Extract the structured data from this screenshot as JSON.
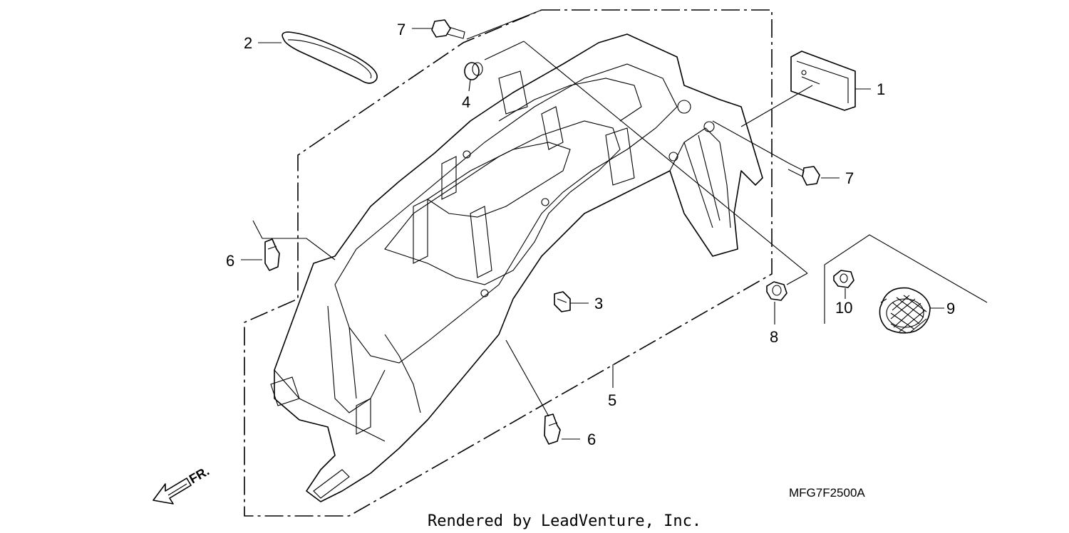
{
  "diagram": {
    "drawing_code": "MFG7F2500A",
    "credit": "Rendered by LeadVenture, Inc.",
    "direction_label": "FR.",
    "callouts": [
      {
        "id": "c1",
        "label": "1"
      },
      {
        "id": "c2",
        "label": "2"
      },
      {
        "id": "c3",
        "label": "3"
      },
      {
        "id": "c4",
        "label": "4"
      },
      {
        "id": "c5",
        "label": "5"
      },
      {
        "id": "c6a",
        "label": "6"
      },
      {
        "id": "c6b",
        "label": "6"
      },
      {
        "id": "c7a",
        "label": "7"
      },
      {
        "id": "c7b",
        "label": "7"
      },
      {
        "id": "c8",
        "label": "8"
      },
      {
        "id": "c9",
        "label": "9"
      },
      {
        "id": "c10",
        "label": "10"
      }
    ]
  }
}
